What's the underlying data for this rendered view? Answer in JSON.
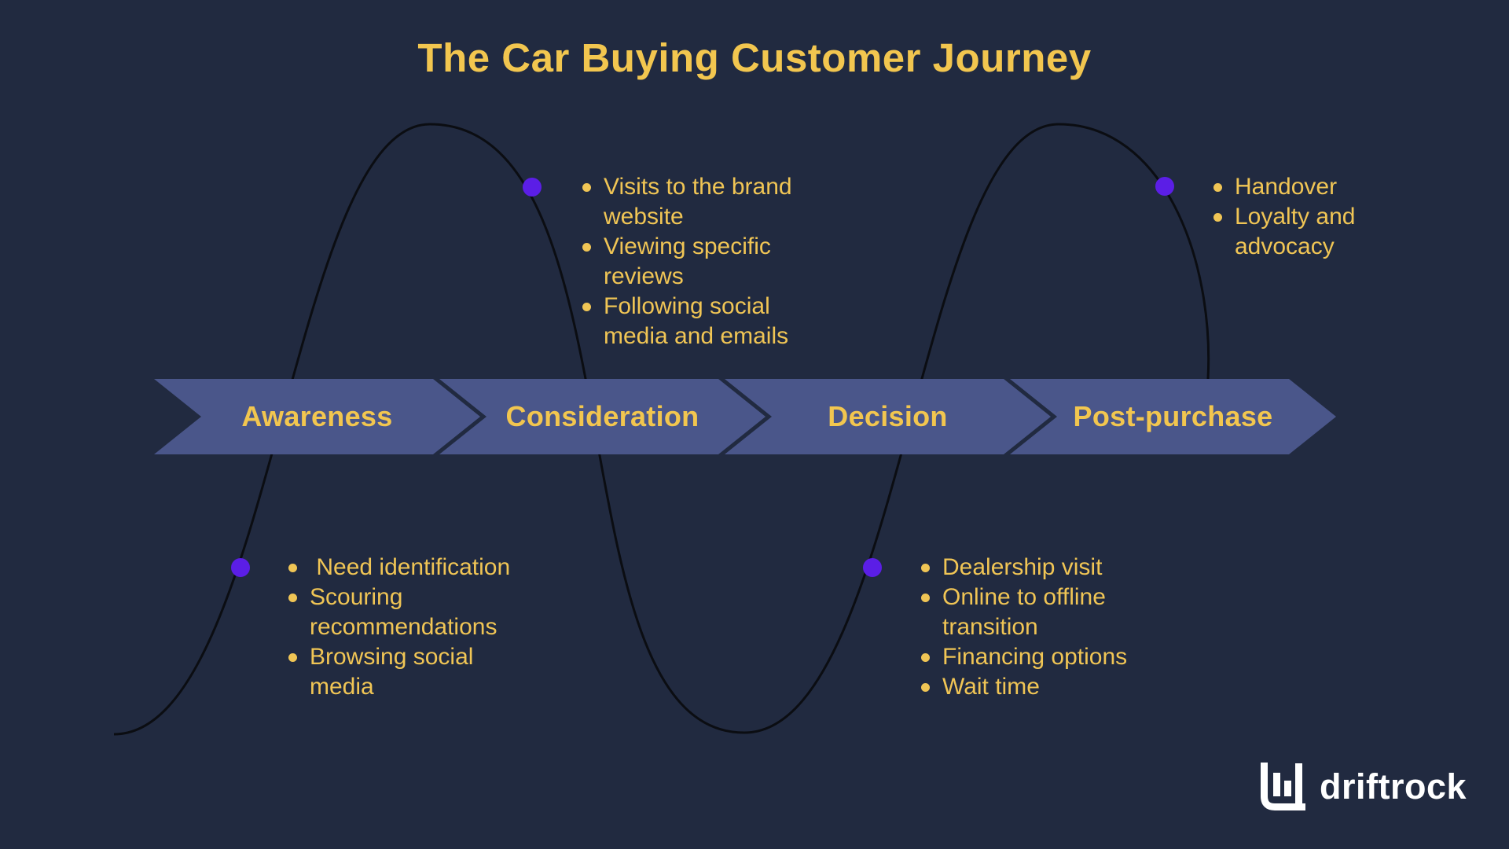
{
  "title": "The Car Buying Customer Journey",
  "stages": [
    {
      "label": "Awareness",
      "notes": [
        " Need identification",
        "Scouring recommendations",
        "Browsing social media"
      ]
    },
    {
      "label": "Consideration",
      "notes": [
        "Visits to the brand website",
        "Viewing specific reviews",
        "Following social media and emails"
      ]
    },
    {
      "label": "Decision",
      "notes": [
        "Dealership visit",
        "Online to offline transition",
        "Financing options",
        "Wait time"
      ]
    },
    {
      "label": "Post-purchase",
      "notes": [
        "Handover",
        "Loyalty and advocacy"
      ]
    }
  ],
  "logo": {
    "text": "driftrock"
  },
  "colors": {
    "background": "#212A40",
    "chevron_fill": "#4A568A",
    "accent_yellow": "#F2C64F",
    "journey_dot_purple": "#5B1EE6",
    "curve_line": "#0B0D12",
    "logo_white": "#FFFFFF"
  }
}
